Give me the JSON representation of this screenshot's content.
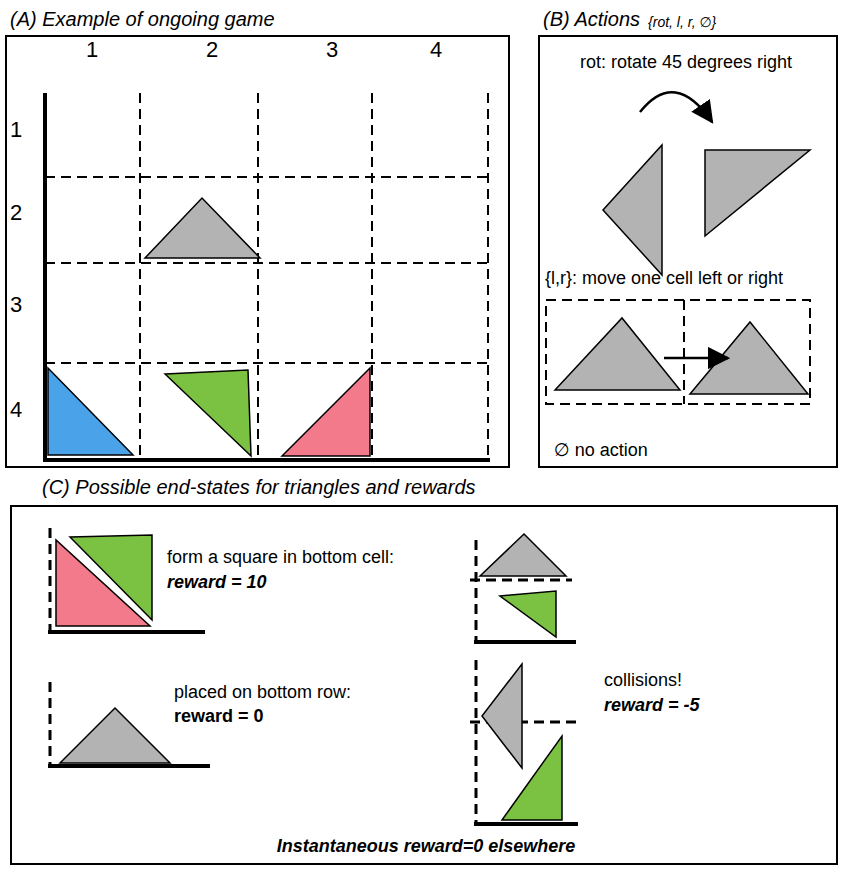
{
  "diagram": {
    "nodes": [
      {
        "text": [
          "(A) Example of ongoing game"
        ]
      },
      {
        "text": [
          "(B) Actions",
          "{rot, l, r, ∅}",
          "rot: rotate 45 degrees right",
          "{l,r}: move one cell left or right",
          "∅ no action"
        ]
      },
      {
        "text": [
          "(C) Possible end-states for triangles and rewards",
          "form a square in bottom cell:",
          "reward = 10",
          "placed on bottom row:",
          "reward = 0",
          "collisions!",
          "reward = -5",
          "Instantaneous reward=0 elsewhere"
        ]
      }
    ],
    "labels": [
      "1",
      "2",
      "3",
      "4",
      "1",
      "2",
      "3",
      "4"
    ]
  }
}
